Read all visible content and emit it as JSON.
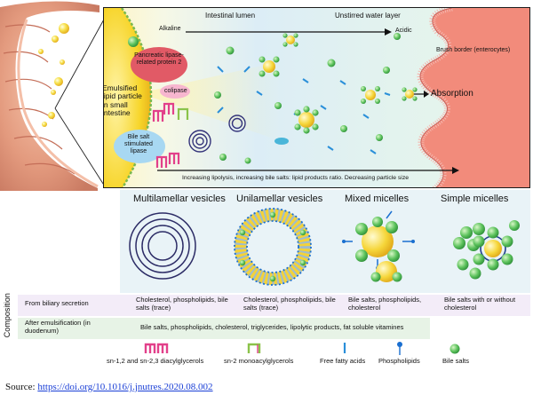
{
  "lumen": {
    "intestinal_lumen": "Intestinal lumen",
    "unstirred_water_layer": "Unstirred water layer",
    "alkaline": "Alkaline",
    "acidic": "Acidic",
    "brush_border": "Brush border (enterocytes)",
    "emulsified_particle": "Emulsified lipid particle in small intestine",
    "pancreatic_lipase": "Pancreatic lipase-related protein 2",
    "colipase": "colipase",
    "bile_salt_lipase": "Bile salt stimulated lipase",
    "absorption": "Absorption",
    "bottom_arrow_label": "Increasing lipolysis, increasing bile salts: lipid products ratio. Decreasing particle size"
  },
  "structures": {
    "multilamellar": "Multilamellar vesicles",
    "unilamellar": "Unilamellar vesicles",
    "mixed": "Mixed micelles",
    "simple": "Simple micelles"
  },
  "composition": {
    "axis_label": "Composition",
    "biliary_label": "From biliary secretion",
    "biliary_multilamellar": "Cholesterol, phospholipids, bile salts (trace)",
    "biliary_unilamellar": "Cholesterol, phospholipids, bile salts (trace)",
    "biliary_mixed": "Bile salts, phospholipids, cholesterol",
    "biliary_simple": "Bile salts with or without cholesterol",
    "emulsification_label": "After emulsification (in duodenum)",
    "emulsification_value": "Bile salts, phospholipids, cholesterol, triglycerides, lipolytic products, fat soluble vitamines"
  },
  "legend": {
    "diacylglycerols": "sn-1,2 and sn-2,3 diacylglycerols",
    "monoacylglycerols": "sn-2 monoacylglycerols",
    "fatty_acids": "Free fatty acids",
    "phospholipids": "Phospholipids",
    "bile_salts": "Bile salts"
  },
  "source": {
    "label": "Source: ",
    "link": "https://doi.org/10.1016/j.jnutres.2020.08.002"
  },
  "colors": {
    "teal_line": "#1a8a86",
    "bile_green": "#4cbb4c",
    "lipid_yellow": "#f3cf22",
    "villi_pink": "#f08a7a",
    "brush_pink": "#f2a0a0",
    "lipase_red": "#e0505f",
    "colipase_pink": "#f7b6cf",
    "bssl_blue": "#9fd3ef",
    "lumen_blue": "#d7ecf7",
    "lumen_green": "#e6f4ea",
    "lavender": "#f3ecf8",
    "mint": "#e7f3e6",
    "diacyl_pink": "#e2408a",
    "diacyl_green": "#8bc34a",
    "fatty_blue": "#2a8fd9"
  }
}
